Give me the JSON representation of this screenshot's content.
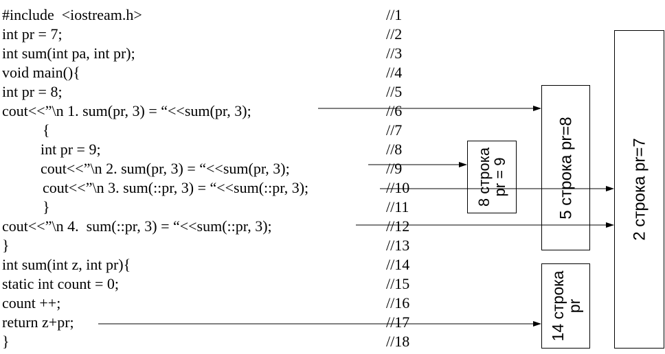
{
  "code_lines": [
    {
      "code": "#include  <iostream.h>",
      "comment": "//1"
    },
    {
      "code": "int pr = 7;",
      "comment": "//2"
    },
    {
      "code": "int sum(int pa, int pr);",
      "comment": "//3"
    },
    {
      "code": "void main(){",
      "comment": "//4"
    },
    {
      "code": "int pr = 8;",
      "comment": "//5"
    },
    {
      "code": "cout<<”\\n 1. sum(pr, 3) = “<<sum(pr, 3);",
      "comment": "//6"
    },
    {
      "code": "{",
      "comment": "//7"
    },
    {
      "code": "int pr = 9;",
      "comment": "//8"
    },
    {
      "code": "cout<<”\\n 2. sum(pr, 3) = “<<sum(pr, 3);",
      "comment": "//9"
    },
    {
      "code": "cout<<”\\n 3. sum(::pr, 3) = “<<sum(::pr, 3);",
      "comment": "//10"
    },
    {
      "code": "}",
      "comment": "//11"
    },
    {
      "code": "cout<<”\\n 4.  sum(::pr, 3) = “<<sum(::pr, 3);",
      "comment": "//12"
    },
    {
      "code": "}",
      "comment": "//13"
    },
    {
      "code": "int sum(int z, int pr){",
      "comment": "//14"
    },
    {
      "code": "static int count = 0;",
      "comment": "//15"
    },
    {
      "code": "count ++;",
      "comment": "//16"
    },
    {
      "code": "return z+pr;",
      "comment": "//17"
    },
    {
      "code": "}",
      "comment": "//18"
    }
  ],
  "boxes": {
    "line8": "8 строка\npr = 9",
    "line5": "5 строка pr=8",
    "line14": "14 строка\npr",
    "line2": "2 строка pr=7"
  }
}
